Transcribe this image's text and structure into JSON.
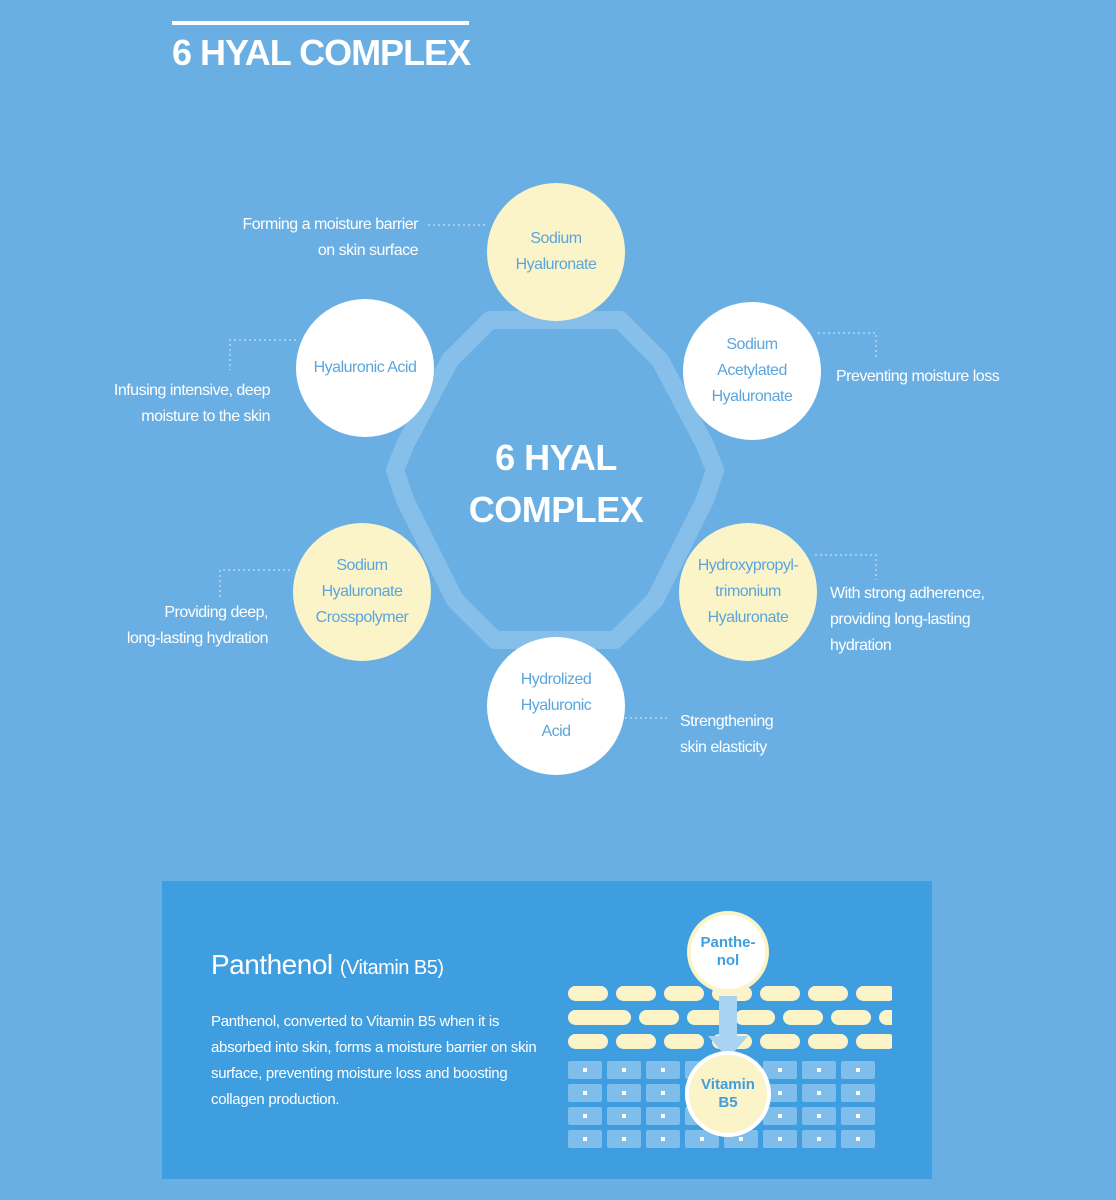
{
  "header": {
    "title": "6 HYAL COMPLEX"
  },
  "diagram": {
    "center": {
      "line1": "6 HYAL",
      "line2": "COMPLEX"
    },
    "nodes": [
      {
        "name": "Sodium Hyaluronate",
        "lines": [
          "Sodium",
          "Hyaluronate"
        ],
        "fill": "#fbf4c9",
        "description": [
          "Forming a moisture barrier",
          "on skin surface"
        ]
      },
      {
        "name": "Sodium Acetylated Hyaluronate",
        "lines": [
          "Sodium",
          "Acetylated",
          "Hyaluronate"
        ],
        "fill": "#ffffff",
        "description": [
          "Preventing moisture loss"
        ]
      },
      {
        "name": "Hydroxypropyltrimonium Hyaluronate",
        "lines": [
          "Hydroxypropyl-",
          "trimonium",
          "Hyaluronate"
        ],
        "fill": "#fbf4c9",
        "description": [
          "With strong adherence,",
          "providing long-lasting",
          "hydration"
        ]
      },
      {
        "name": "Hydrolized Hyaluronic Acid",
        "lines": [
          "Hydrolized",
          "Hyaluronic",
          "Acid"
        ],
        "fill": "#ffffff",
        "description": [
          "Strengthening",
          "skin elasticity"
        ]
      },
      {
        "name": "Sodium Hyaluronate Crosspolymer",
        "lines": [
          "Sodium",
          "Hyaluronate",
          "Crosspolymer"
        ],
        "fill": "#fbf4c9",
        "description": [
          "Providing deep,",
          "long-lasting hydration"
        ]
      },
      {
        "name": "Hyaluronic Acid",
        "lines": [
          "Hyaluronic Acid"
        ],
        "fill": "#ffffff",
        "description": [
          "Infusing intensive, deep",
          "moisture to the skin"
        ]
      }
    ]
  },
  "panthenol": {
    "title": "Panthenol",
    "subtitle": "(Vitamin B5)",
    "body": "Panthenol, converted to Vitamin B5 when it is absorbed into skin, forms a moisture barrier on skin surface, preventing moisture loss and boosting collagen production.",
    "top_bubble": [
      "Panthe-",
      "nol"
    ],
    "bottom_bubble": [
      "Vitamin",
      "B5"
    ]
  },
  "colors": {
    "background": "#6aafe3",
    "panel": "#3f9ee0",
    "cream": "#fbf4c9",
    "label_blue": "#5aa6dc"
  }
}
